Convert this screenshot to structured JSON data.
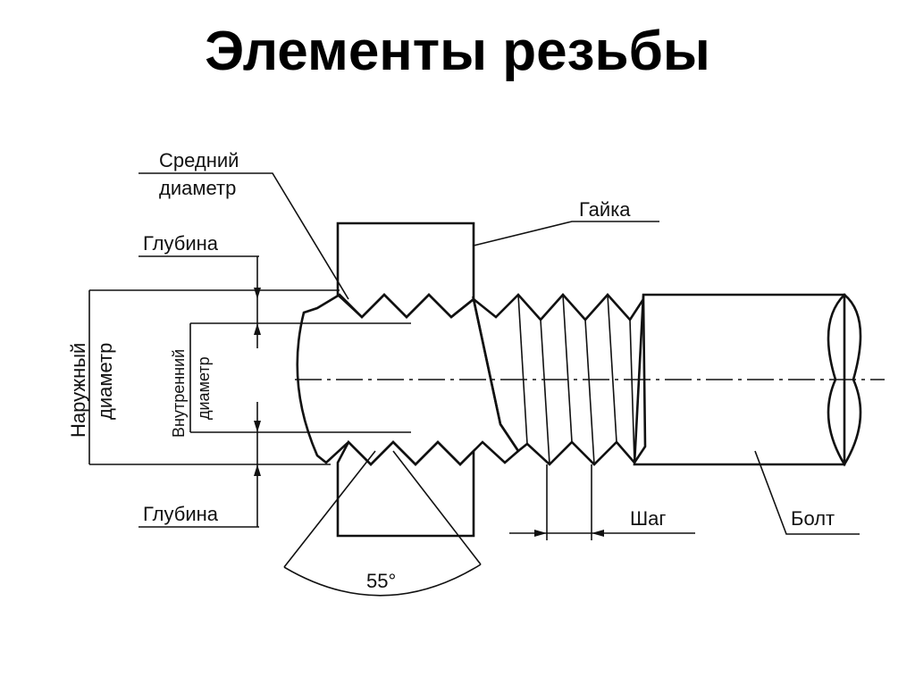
{
  "title": "Элементы резьбы",
  "diagram": {
    "labels": {
      "mean_diameter_1": "Средний",
      "mean_diameter_2": "диаметр",
      "nut": "Гайка",
      "depth_top": "Глубина",
      "outer_diameter_1": "Наружный",
      "outer_diameter_2": "диаметр",
      "inner_diameter_1": "Внутренний",
      "inner_diameter_2": "диаметр",
      "depth_bottom": "Глубина",
      "angle": "55°",
      "pitch": "Шаг",
      "bolt": "Болт"
    }
  }
}
